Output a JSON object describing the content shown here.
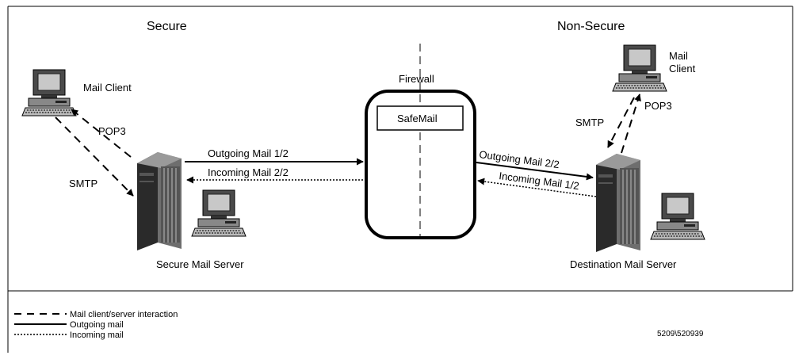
{
  "zones": {
    "left": "Secure",
    "right": "Non-Secure"
  },
  "firewall": {
    "label": "Firewall",
    "product": "SafeMail"
  },
  "nodes": {
    "left_client": "Mail Client",
    "right_client_line1": "Mail",
    "right_client_line2": "Client",
    "secure_server": "Secure Mail Server",
    "destination_server": "Destination Mail Server"
  },
  "protocols": {
    "left_pop3": "POP3",
    "left_smtp": "SMTP",
    "right_smtp": "SMTP",
    "right_pop3": "POP3"
  },
  "flows": {
    "outgoing_1": "Outgoing Mail 1/2",
    "incoming_2": "Incoming Mail 2/2",
    "outgoing_2": "Outgoing Mail 2/2",
    "incoming_1": "Incoming Mail 1/2"
  },
  "legend": {
    "dashed": "Mail client/server interaction",
    "solid": "Outgoing mail",
    "dotted": "Incoming mail"
  },
  "figure_id": "5209\\520939"
}
